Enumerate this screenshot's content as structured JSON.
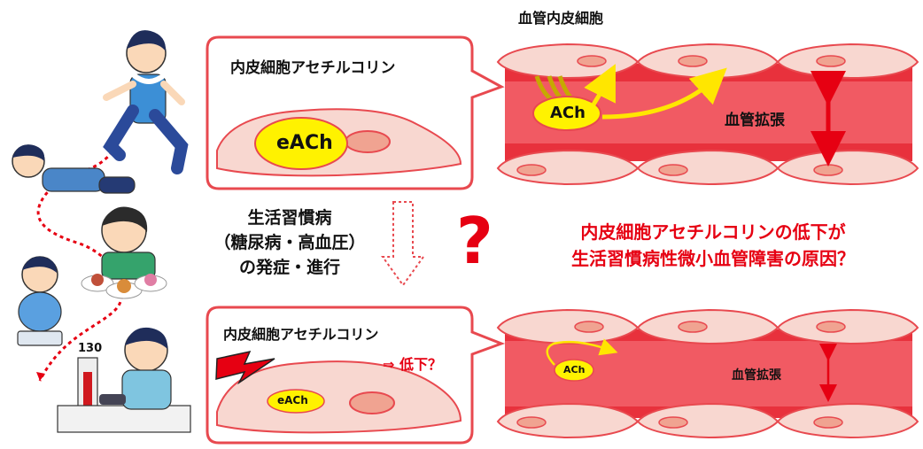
{
  "colors": {
    "border_red": "#e8494f",
    "cell_fill": "#f8d7d0",
    "nucleus_fill": "#f0a391",
    "ach_fill": "#fff200",
    "vessel_red": "#e8313c",
    "text_red": "#e60012",
    "arrow_yellow": "#ffe600"
  },
  "top_panel": {
    "title": "内皮細胞アセチルコリン",
    "ach": "eACh"
  },
  "bottom_panel": {
    "title": "内皮細胞アセチルコリン",
    "ach": "eACh",
    "decrease": "⇒ 低下？"
  },
  "vessel_top": {
    "title": "血管内皮細胞",
    "ach": "ACh",
    "dilation": "血管拡張"
  },
  "vessel_bottom": {
    "ach": "ACh",
    "dilation": "血管拡張"
  },
  "progression": {
    "line1": "生活習慣病",
    "line2": "（糖尿病・高血圧）",
    "line3": "の発症・進行"
  },
  "question": {
    "mark": "?",
    "line1": "内皮細胞アセチルコリンの低下が",
    "line2": "生活習慣病性微小血管障害の原因？"
  },
  "illustrations": {
    "icons": [
      "running-person-icon",
      "sleeping-person-icon",
      "overeating-person-icon",
      "weighing-child-icon",
      "blood-pressure-check-icon"
    ],
    "bp_reading": "130"
  }
}
